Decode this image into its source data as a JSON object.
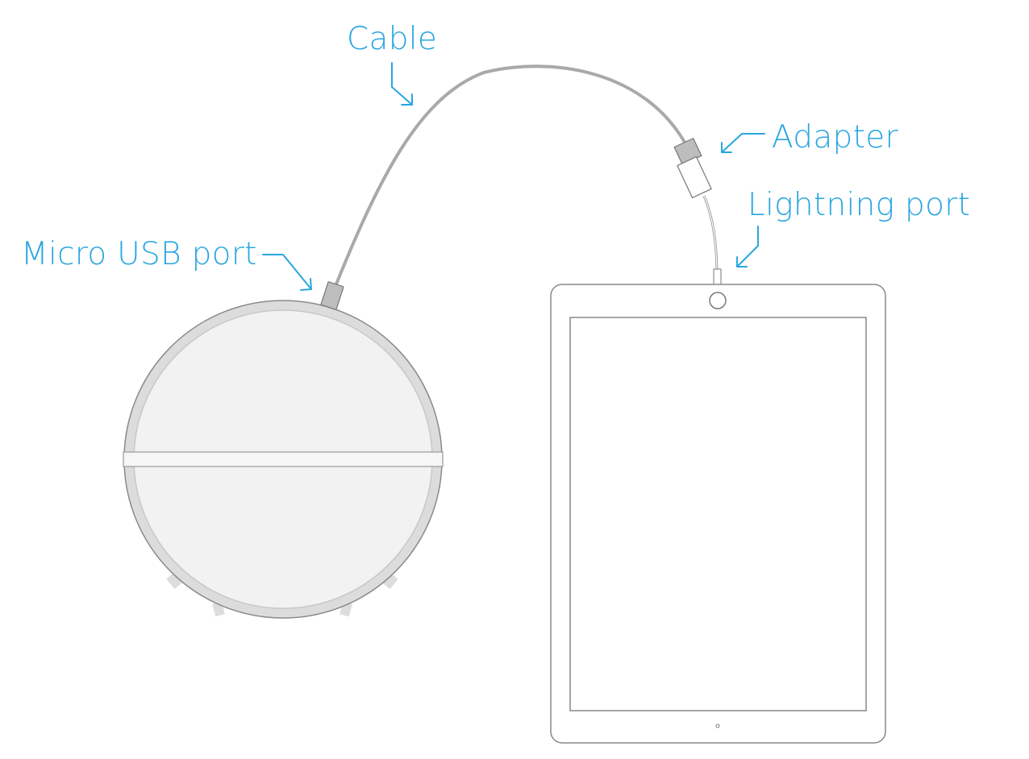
{
  "colors": {
    "accent": "#29a6df",
    "outline": "#777777",
    "cable": "#a9a9a9",
    "device_fill": "#f2f2f2",
    "connector_fill": "#bdbdbd",
    "tablet_fill": "#ffffff"
  },
  "labels": {
    "cable": "Cable",
    "adapter": "Adapter",
    "lightning_port": "Lightning port",
    "micro_usb_port": "Micro USB port"
  },
  "icons": {
    "round_device": "round-speaker-device-icon",
    "tablet": "tablet-icon",
    "adapter": "lightning-adapter-icon"
  }
}
